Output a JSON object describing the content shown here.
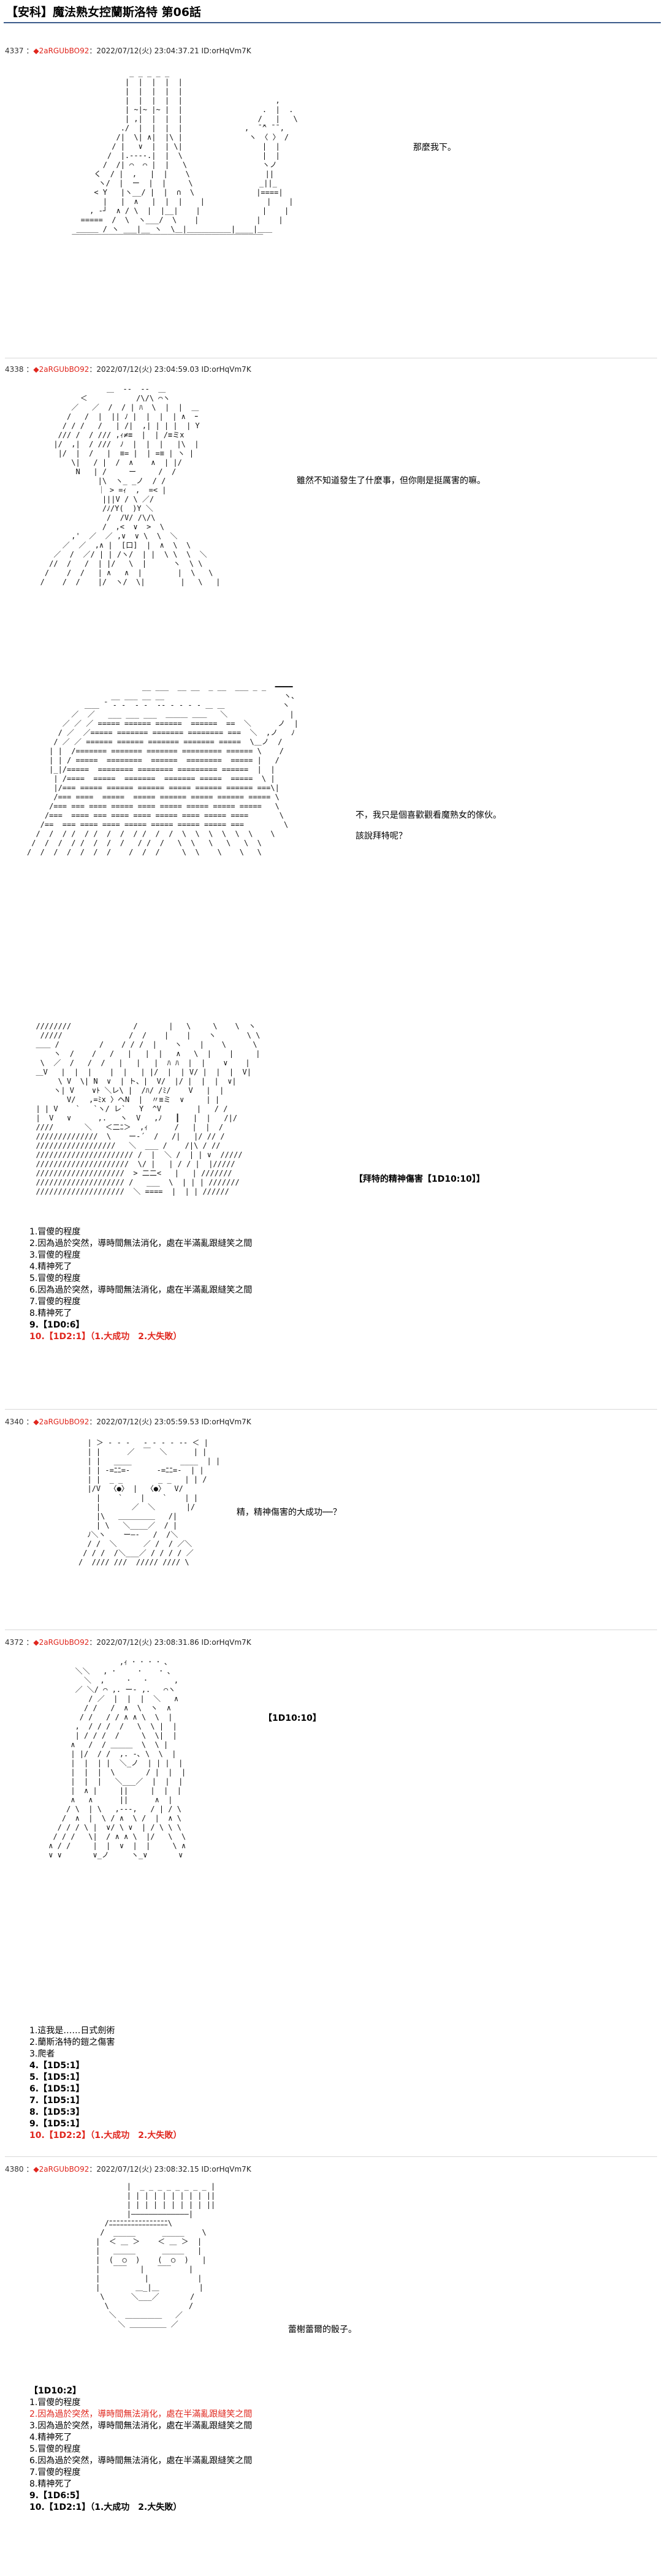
{
  "title": "【安科】魔法熟女控蘭斯洛特 第06話",
  "posts": [
    {
      "number": "4337",
      "name": "◆2aRGUbBO92",
      "suffix": "：",
      "date": "2022/07/12(火) 23:04:37.21",
      "id": "ID:orHqVm7K",
      "lines": [
        "那麼我下。"
      ]
    },
    {
      "number": "4338",
      "name": "◆2aRGUbBO92",
      "suffix": "：",
      "date": "2022/07/12(火) 23:04:59.03",
      "id": "ID:orHqVm7K",
      "lines": [
        "雖然不知道發生了什麼事，但你剛是挺厲害的嘛。"
      ],
      "lines2": [
        "不，我只是個喜歡觀看魔熟女的傢伙。",
        "該說拜特呢？"
      ],
      "lines3": [
        "【拜特的精神傷害【1D10:10】】"
      ],
      "choices": [
        {
          "text": "1.冒傻的程度",
          "red": false
        },
        {
          "text": "2.因為過於突然，導時間無法消化，處在半滿亂跟縫笑之間",
          "red": false
        },
        {
          "text": "3.冒傻的程度",
          "red": false
        },
        {
          "text": "4.精神死了",
          "red": false
        },
        {
          "text": "5.冒傻的程度",
          "red": false
        },
        {
          "text": "6.因為過於突然，導時間無法消化，處在半滿亂跟縫笑之間",
          "red": false
        },
        {
          "text": "7.冒傻的程度",
          "red": false
        },
        {
          "text": "8.精神死了",
          "red": false
        },
        {
          "text": "9.【1D0:6】",
          "red": false,
          "bold": true
        },
        {
          "text": "10.【1D2:1】（1.大成功　2.大失敗）",
          "red": true,
          "bold": true
        }
      ]
    },
    {
      "number": "4340",
      "name": "◆2aRGUbBO92",
      "suffix": "：",
      "date": "2022/07/12(火) 23:05:59.53",
      "id": "ID:orHqVm7K",
      "lines": [
        "精，精神傷害的大成功──？"
      ]
    },
    {
      "number": "4372",
      "name": "◆2aRGUbBO92",
      "suffix": "：",
      "date": "2022/07/12(火) 23:08:31.86",
      "id": "ID:orHqVm7K",
      "lines": [
        "【1D10:10】"
      ],
      "choices": [
        {
          "text": "1.這我是……日式劍術",
          "red": false
        },
        {
          "text": "2.蘭斯洛特的鎧之傷害",
          "red": false
        },
        {
          "text": "3.爬者",
          "red": false
        },
        {
          "text": "4.【1D5:1】",
          "red": false,
          "bold": true
        },
        {
          "text": "5.【1D5:1】",
          "red": false,
          "bold": true
        },
        {
          "text": "6.【1D5:1】",
          "red": false,
          "bold": true
        },
        {
          "text": "7.【1D5:1】",
          "red": false,
          "bold": true
        },
        {
          "text": "8.【1D5:3】",
          "red": false,
          "bold": true
        },
        {
          "text": "9.【1D5:1】",
          "red": false,
          "bold": true
        },
        {
          "text": "10.【1D2:2】（1.大成功　2.大失敗）",
          "red": true,
          "bold": true
        }
      ]
    },
    {
      "number": "4380",
      "name": "◆2aRGUbBO92",
      "suffix": "：",
      "date": "2022/07/12(火) 23:08:32.15",
      "id": "ID:orHqVm7K",
      "lines": [
        "蕾榭蕾爾的骰子。"
      ],
      "header2": "【1D10:2】",
      "choices": [
        {
          "text": "1.冒傻的程度",
          "red": false
        },
        {
          "text": "2.因為過於突然，導時間無法消化，處在半滿亂跟縫笑之間",
          "red": true
        },
        {
          "text": "3.因為過於突然，導時間無法消化，處在半滿亂跟縫笑之間",
          "red": false
        },
        {
          "text": "4.精神死了",
          "red": false
        },
        {
          "text": "5.冒傻的程度",
          "red": false
        },
        {
          "text": "6.因為過於突然，導時間無法消化，處在半滿亂跟縫笑之間",
          "red": false
        },
        {
          "text": "7.冒傻的程度",
          "red": false
        },
        {
          "text": "8.精神死了",
          "red": false
        },
        {
          "text": "9.【1D6:5】",
          "red": false,
          "bold": true
        },
        {
          "text": "10.【1D2:1】（1.大成功　2.大失敗）",
          "red": false,
          "bold": true
        }
      ]
    }
  ]
}
